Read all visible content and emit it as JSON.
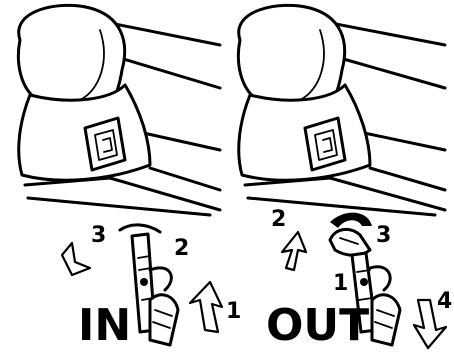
{
  "panels": [
    {
      "label": "IN",
      "steps": [
        "3",
        "2",
        "1"
      ]
    },
    {
      "label": "OUT",
      "steps": [
        "2",
        "3",
        "1",
        "4"
      ]
    }
  ]
}
